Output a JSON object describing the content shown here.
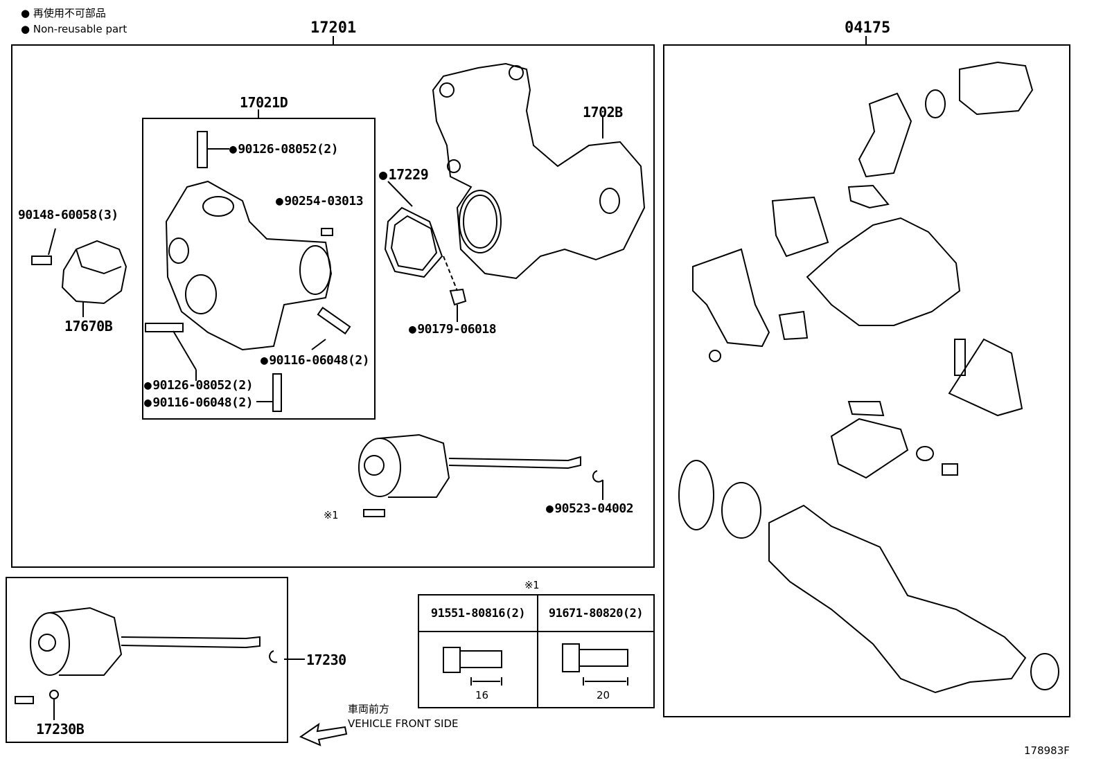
{
  "legend": {
    "line1": "再使用不可部品",
    "line2": "Non-reusable part"
  },
  "group_main": "17201",
  "group_right": "04175",
  "subgroup": "17021D",
  "parts": {
    "p1702B": "1702B",
    "p17229": "17229",
    "p90126_top": "90126-08052(2)",
    "p90254": "90254-03013",
    "p90148": "90148-60058(3)",
    "p17670B": "17670B",
    "p90179": "90179-06018",
    "p90116_right": "90116-06048(2)",
    "p90126_bot": "90126-08052(2)",
    "p90116_bot": "90116-06048(2)",
    "p90523": "90523-04002",
    "note_mark": "※1",
    "p17230": "17230",
    "p17230B": "17230B"
  },
  "bolt_table": {
    "title": "※1",
    "col1": "91551-80816(2)",
    "col2": "91671-80820(2)",
    "len1": "16",
    "len2": "20"
  },
  "front": {
    "jp": "車両前方",
    "en": "VEHICLE FRONT SIDE"
  },
  "figure_id": "178983F"
}
